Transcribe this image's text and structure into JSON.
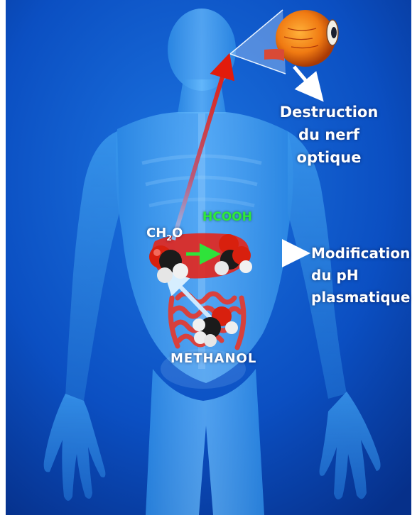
{
  "labels": {
    "destruction": [
      "Destruction",
      "du nerf",
      "optique"
    ],
    "modification": [
      "Modification",
      "du pH",
      "plasmatique"
    ],
    "methanol": "METHANOL",
    "hcooh": "HCOOH",
    "ch2o": {
      "main": "CH",
      "sub": "2",
      "tail": "O"
    }
  },
  "colors": {
    "background": "#0a47b8",
    "body": "#4aa8f0",
    "organ_red": "#e3261c",
    "arrow_red": "#d42a1a",
    "arrow_green": "#39e43c",
    "arrow_light_blue": "#bfe4ff",
    "label_white": "#ffffff"
  }
}
